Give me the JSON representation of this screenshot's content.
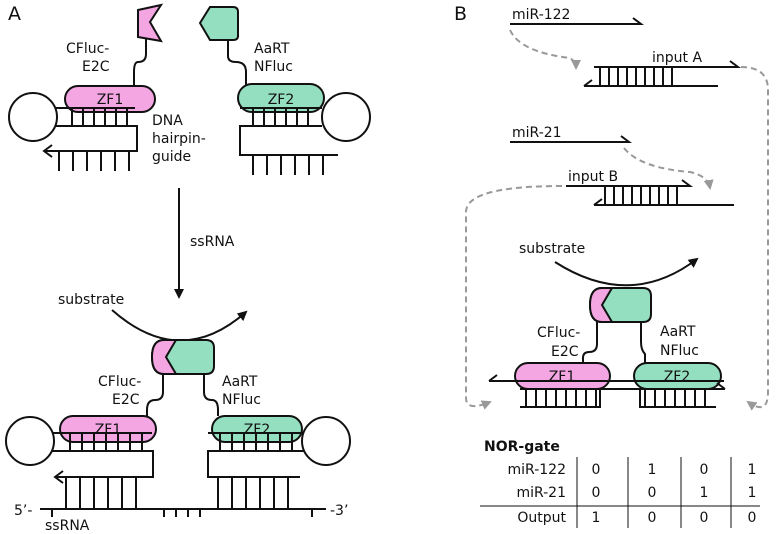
{
  "panel_a": {
    "label": "A",
    "top_left": {
      "cfluc_line1": "CFluc-",
      "cfluc_line2": "E2C",
      "zf": "ZF1"
    },
    "top_right": {
      "aart": "AaRT",
      "nfluc": "NFluc",
      "zf": "ZF2"
    },
    "dna_hairpin": {
      "line1": "DNA",
      "line2": "hairpin-",
      "line3": "guide"
    },
    "arrow_label": "ssRNA",
    "bottom": {
      "substrate": "substrate",
      "cfluc_line1": "CFluc-",
      "cfluc_line2": "E2C",
      "aart": "AaRT",
      "nfluc": "NFluc",
      "zf1": "ZF1",
      "zf2": "ZF2",
      "five_prime": "5’-",
      "three_prime": "-3’",
      "ssrna": "ssRNA"
    }
  },
  "panel_b": {
    "label": "B",
    "mir122": "miR-122",
    "input_a": "input A",
    "mir21": "miR-21",
    "input_b": "input B",
    "substrate": "substrate",
    "cfluc_line1": "CFluc-",
    "cfluc_line2": "E2C",
    "aart": "AaRT",
    "nfluc": "NFluc",
    "zf1": "ZF1",
    "zf2": "ZF2"
  },
  "truth_table": {
    "title": "NOR-gate",
    "rows": [
      {
        "label": "miR-122",
        "values": [
          "0",
          "1",
          "0",
          "1"
        ]
      },
      {
        "label": "miR-21",
        "values": [
          "0",
          "0",
          "1",
          "1"
        ]
      },
      {
        "label": "Output",
        "values": [
          "1",
          "0",
          "0",
          "0"
        ]
      }
    ]
  },
  "colors": {
    "pink": "#f4a6e3",
    "green": "#95dfc1",
    "dashed": "#999999",
    "ink": "#111111"
  }
}
